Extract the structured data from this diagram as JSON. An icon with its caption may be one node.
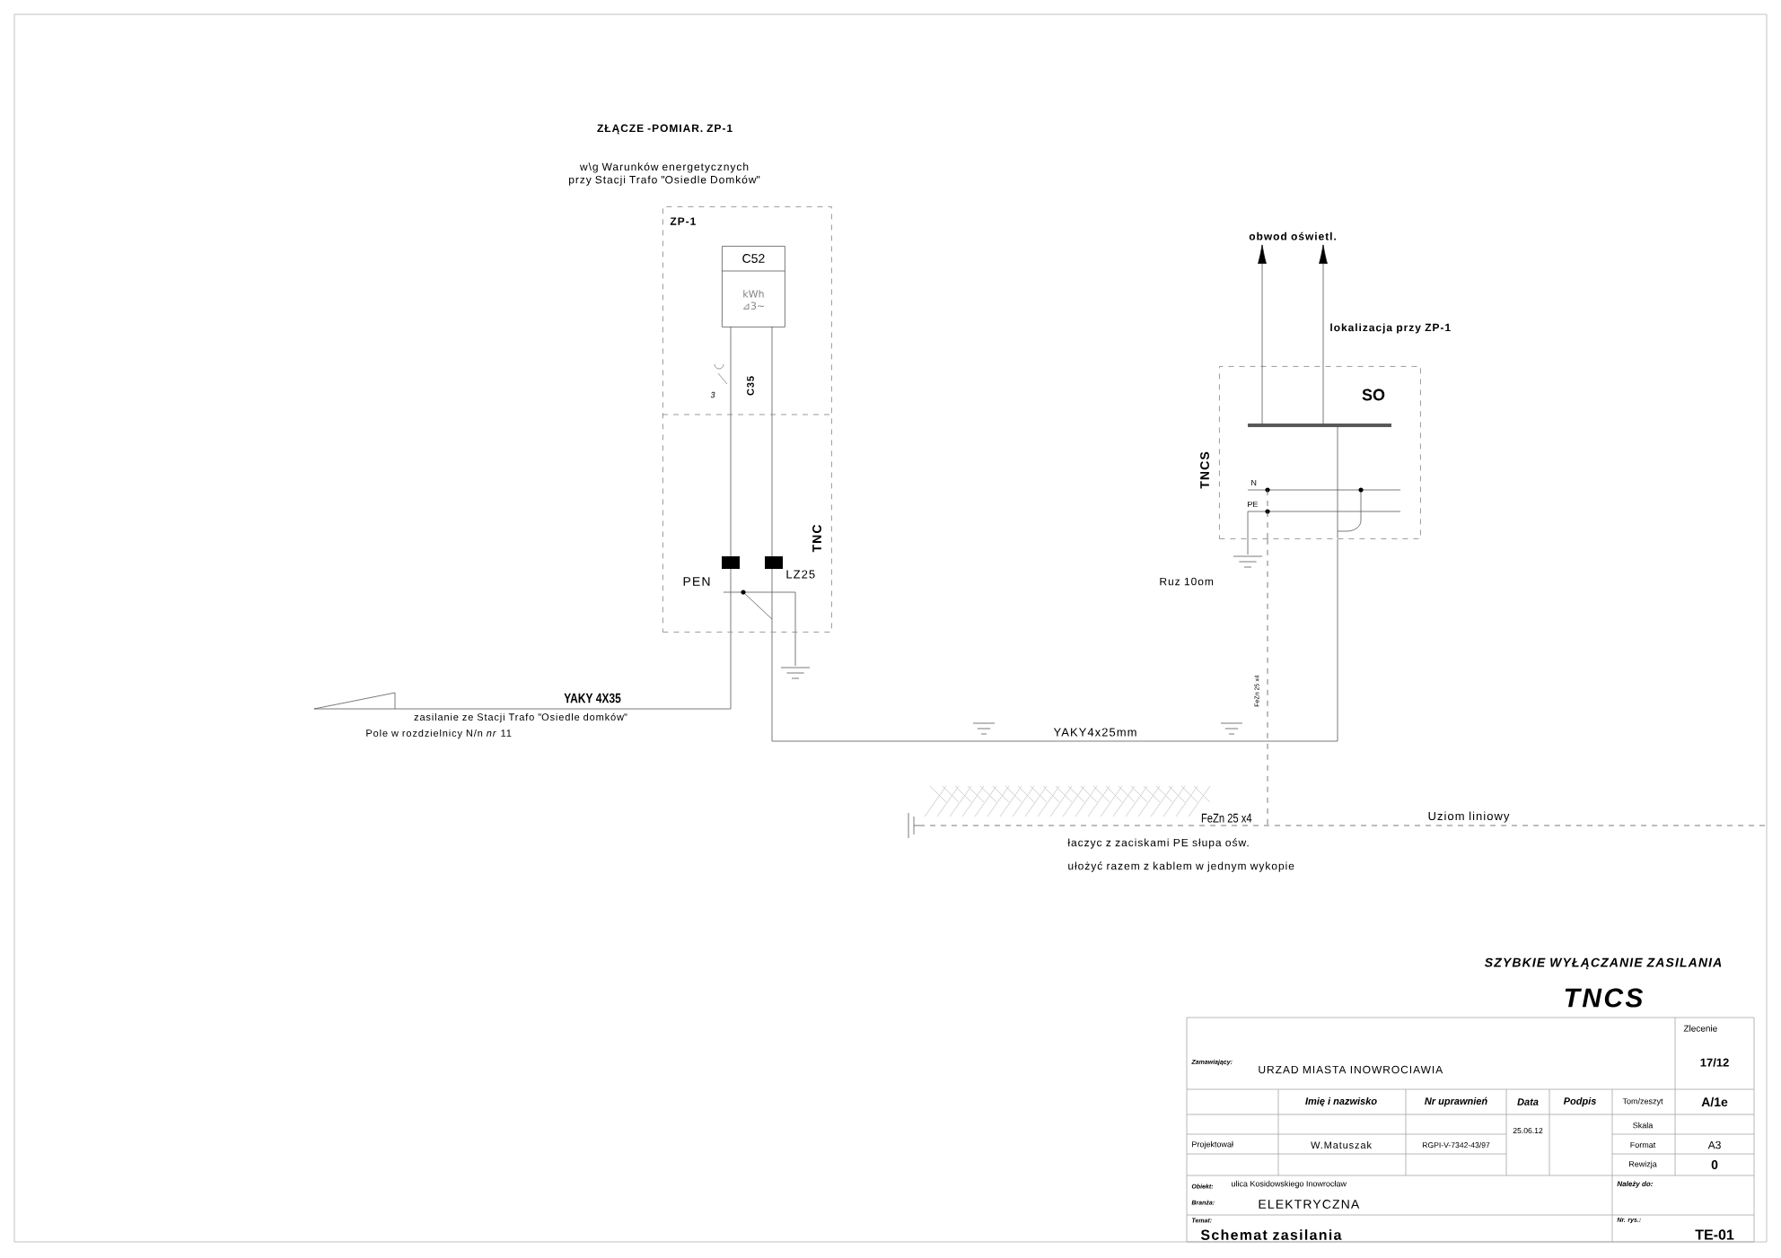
{
  "diagram": {
    "nodes": [
      {
        "text": [
          "ZŁĄCZE -POMIAR. ZP-1",
          "w\\g Warunków energetycznych przy Stacji Trafo \"Osiedle Domków\"",
          "ZP-1"
        ]
      },
      {
        "text": [
          "C52",
          "kWh ⊿3∼"
        ],
        "in": 0
      },
      {
        "text": [
          "SO",
          "TNCS"
        ]
      },
      {
        "text": [
          "obwod oświetl."
        ]
      },
      {
        "text": [
          "FeZn 25 x4"
        ]
      }
    ],
    "edges": [
      {
        "from": null,
        "to": 0,
        "arrow": "none",
        "label": "YAKY 4X35"
      },
      {
        "from": 0,
        "to": 2,
        "arrow": "none",
        "label": "YAKY4x25mm"
      },
      {
        "from": 2,
        "to": 3,
        "arrow": "to"
      },
      {
        "from": 2,
        "to": 3,
        "arrow": "to"
      },
      {
        "from": 2,
        "to": 4,
        "arrow": "none",
        "style": "dashed",
        "label": "FeZn 25 x4"
      }
    ],
    "labels": [
      "lokalizacja przy ZP-1",
      "TNC",
      "3",
      "C35",
      "PEN",
      "LZ25",
      "N",
      "PE",
      "Ruz 10om",
      "zasilanie ze Stacji Trafo \"Osiedle domków\"",
      "Pole w rozdzielnicy N/n *nr* 11",
      "Uziom liniowy",
      "łaczyc z zaciskami PE słupa ośw.",
      "ułożyć razem z kablem w jednym wykopie",
      "SZYBKIE WYŁĄCZANIE ZASILANIA",
      "TNCS",
      "Zamawiający:",
      "URZAD MIASTA INOWROCIAWIA",
      "Zlecenie",
      "17/12",
      "Imię i nazwisko",
      "Nr uprawnień",
      "Data",
      "Podpis",
      "Tom/zeszyt",
      "A/1e",
      "Skala",
      "Projektował",
      "W.Matuszak",
      "RGPI-V-7342-43/97",
      "25.06.12",
      "Format",
      "A3",
      "Rewizja",
      "0",
      "Obiekt:",
      "ulica Kosidowskiego Inowrocław",
      "Należy do:",
      "Branża:",
      "ELEKTRYCZNA",
      "Temat:",
      "Nr. rys.:",
      "Schemat zasilania",
      "TE-01"
    ]
  }
}
